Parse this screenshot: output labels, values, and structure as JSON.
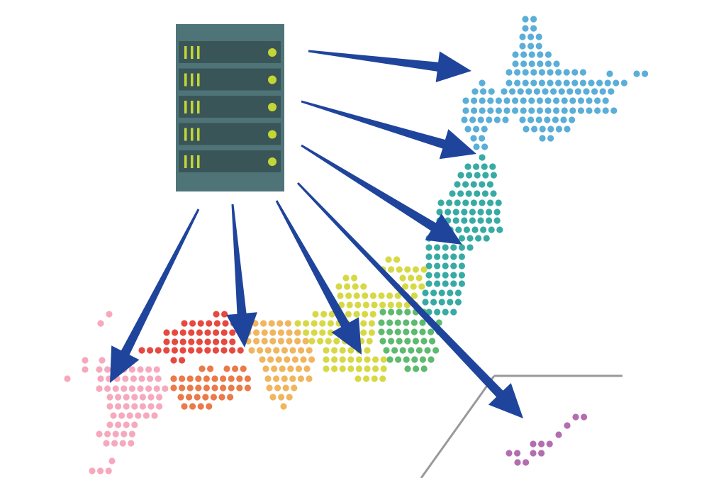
{
  "diagram": {
    "server": {
      "icon": "server-rack-icon",
      "unit_count": 5,
      "colors": {
        "body": "#4e7478",
        "border": "#5a8286",
        "slot": "#3a5558",
        "led": "#c3d636",
        "bars": "#c3d636"
      }
    },
    "arrow_color": "#1f449c",
    "inset_line_color": "#999999",
    "regions": [
      {
        "id": "hokkaido",
        "color": "#5aaed8"
      },
      {
        "id": "tohoku",
        "color": "#37aba3"
      },
      {
        "id": "kanto",
        "color": "#5dba6f"
      },
      {
        "id": "chubu",
        "color": "#d6d945"
      },
      {
        "id": "kinki",
        "color": "#f0b55e"
      },
      {
        "id": "chugoku",
        "color": "#e5493f"
      },
      {
        "id": "shikoku",
        "color": "#ea7a4a"
      },
      {
        "id": "kyushu",
        "color": "#f6a9bd"
      },
      {
        "id": "okinawa",
        "color": "#b36db0"
      }
    ]
  }
}
